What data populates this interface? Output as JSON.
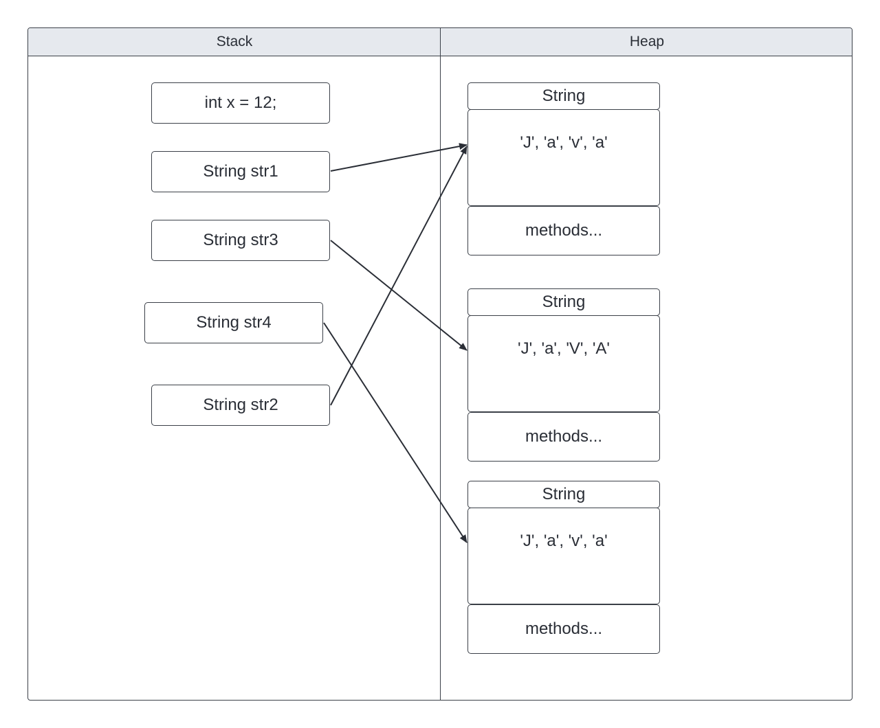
{
  "columns": {
    "stack": "Stack",
    "heap": "Heap"
  },
  "stack": {
    "x": "int x = 12;",
    "str1": "String str1",
    "str3": "String str3",
    "str4": "String str4",
    "str2": "String str2"
  },
  "heap": {
    "objects": [
      {
        "type": "String",
        "value": "'J', 'a', 'v', 'a'",
        "methods": "methods..."
      },
      {
        "type": "String",
        "value": "'J', 'a', 'V', 'A'",
        "methods": "methods..."
      },
      {
        "type": "String",
        "value": "'J', 'a', 'v', 'a'",
        "methods": "methods..."
      }
    ]
  },
  "references": [
    {
      "from": "String str1",
      "to": "heap object 1"
    },
    {
      "from": "String str2",
      "to": "heap object 1"
    },
    {
      "from": "String str3",
      "to": "heap object 2"
    },
    {
      "from": "String str4",
      "to": "heap object 3"
    }
  ],
  "colors": {
    "stroke": "#3a3f47",
    "header_fill": "#e6e9ee",
    "text": "#2a2e36"
  }
}
